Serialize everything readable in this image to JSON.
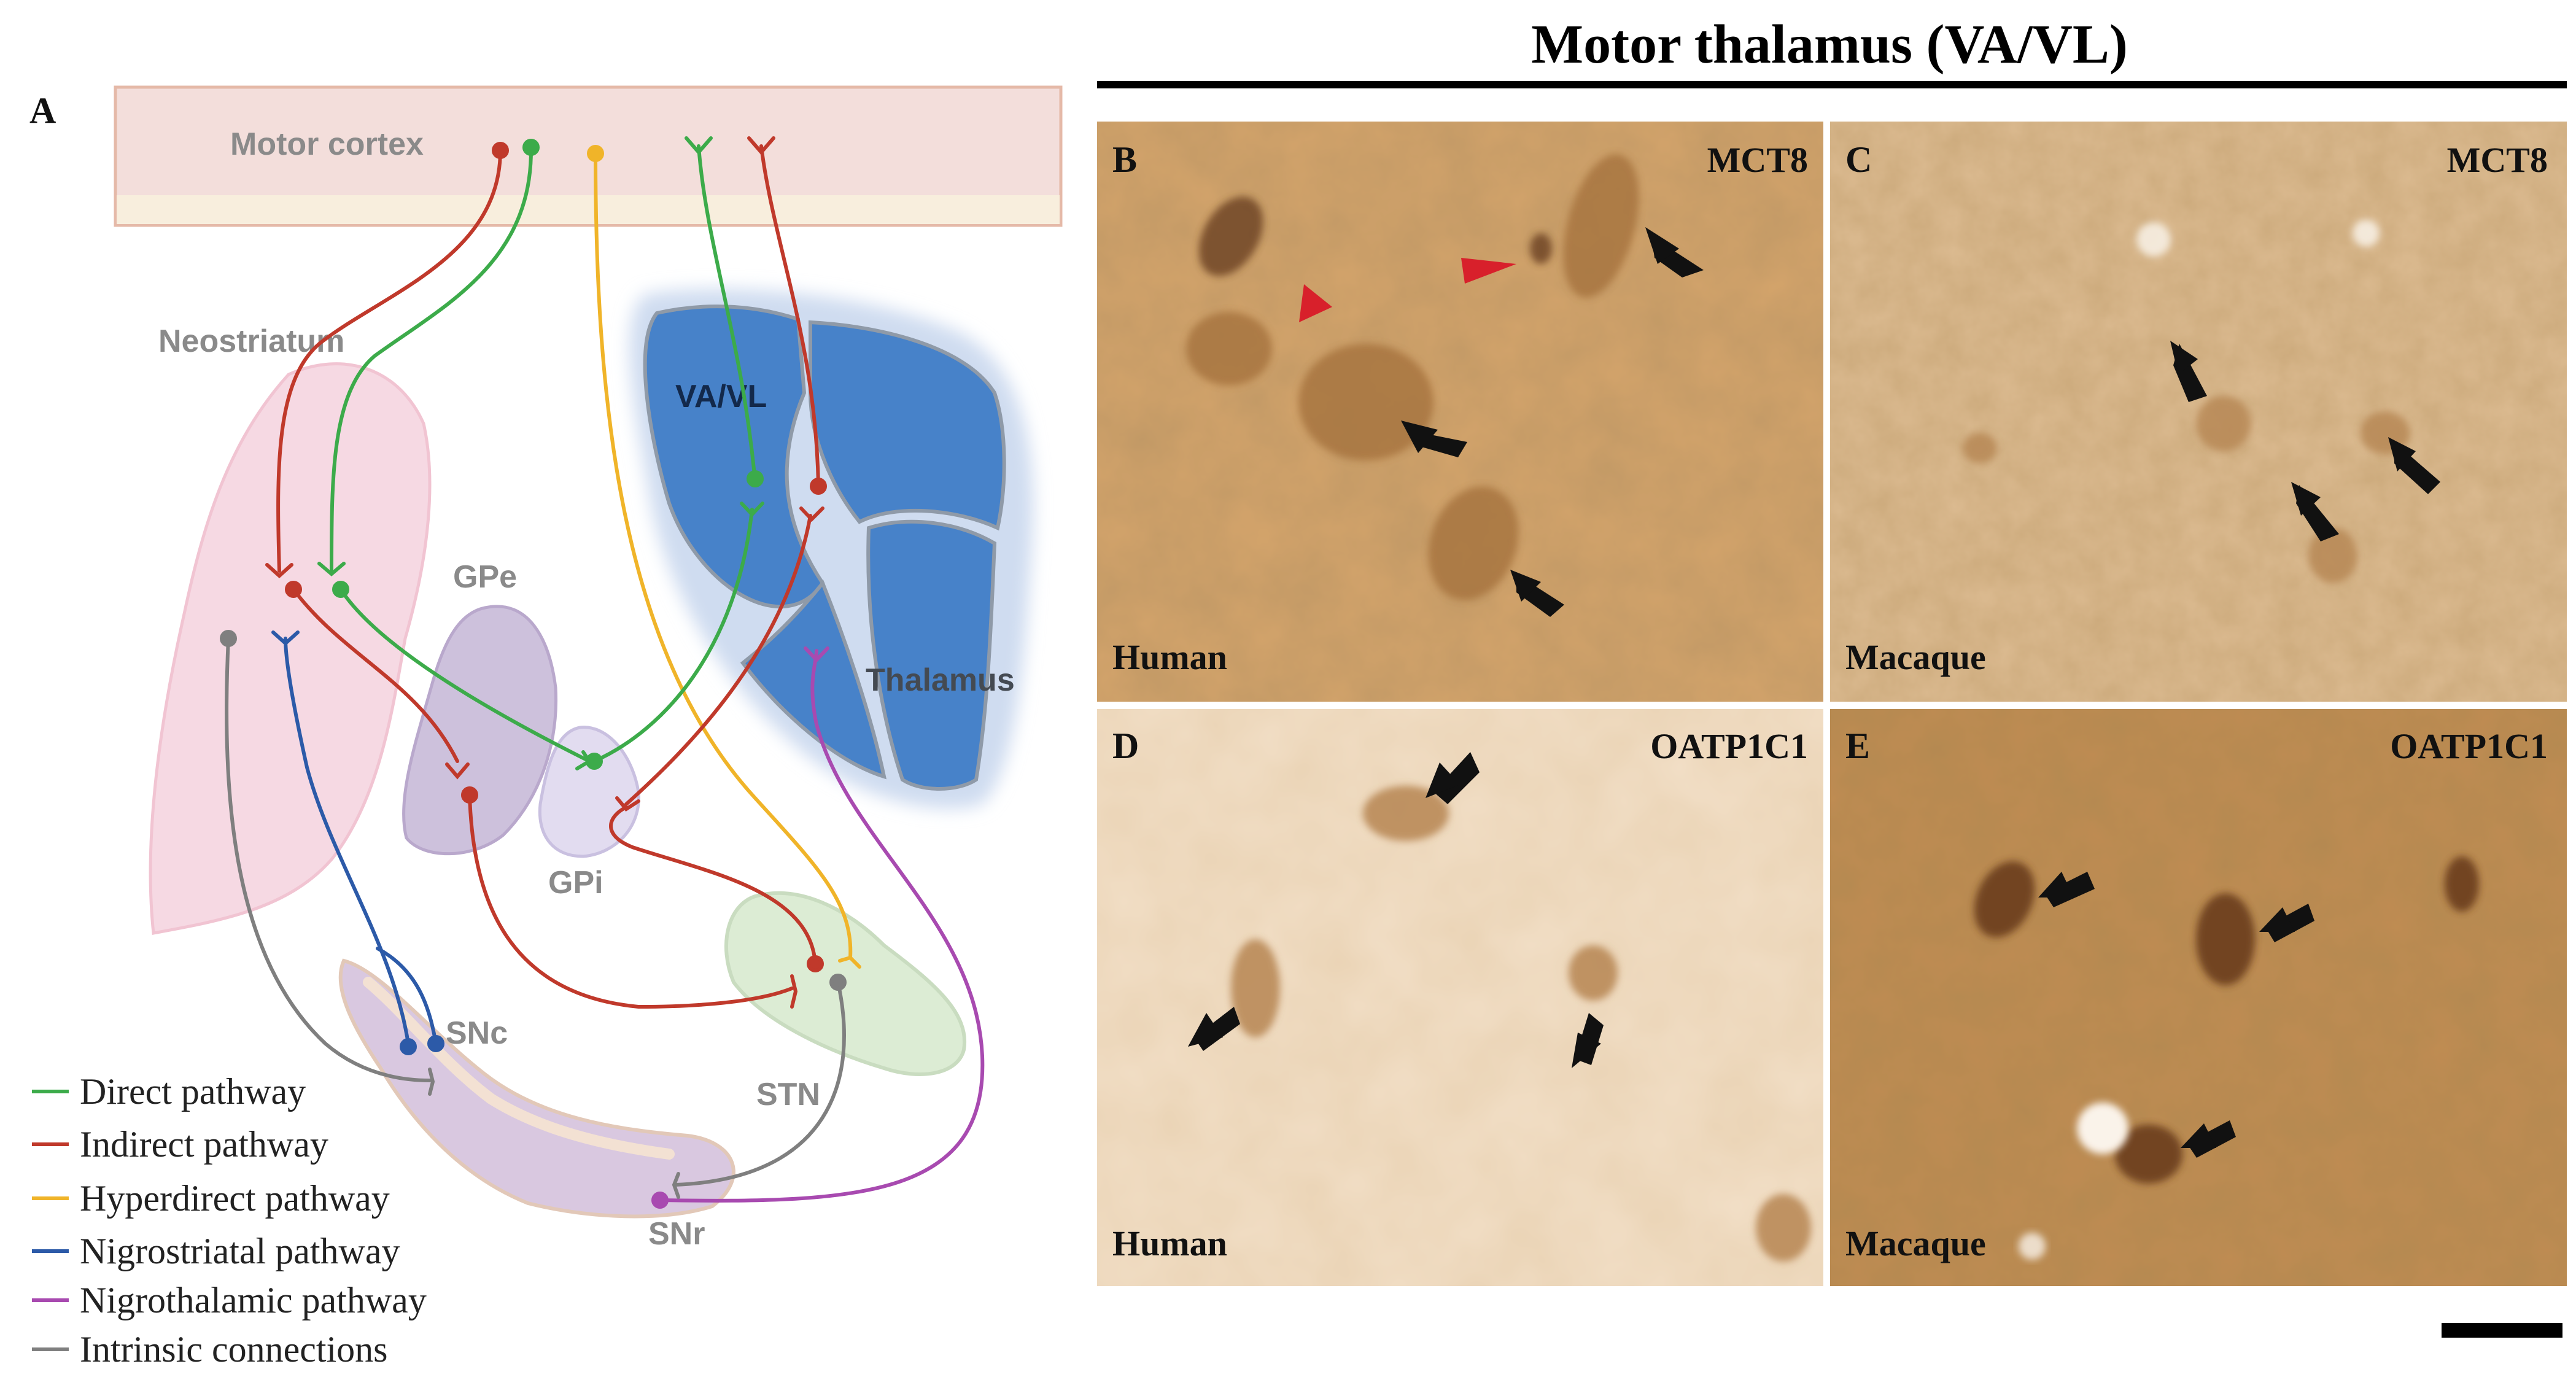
{
  "figure": {
    "title": "Motor thalamus (VA/VL)",
    "panel_a_letter": "A"
  },
  "diagram": {
    "regions": {
      "motor_cortex": "Motor cortex",
      "neostriatum": "Neostriatum",
      "gpe": "GPe",
      "gpi": "GPi",
      "vavl": "VA/VL",
      "thalamus": "Thalamus",
      "snc": "SNc",
      "stn": "STN",
      "snr": "SNr"
    },
    "colors": {
      "direct": "#3cab4a",
      "indirect": "#c0392b",
      "hyperdirect": "#f0b429",
      "nigrostriatal": "#2c5aa8",
      "nigrothalamic": "#a84ab0",
      "intrinsic": "#7f7f7f"
    },
    "legend": [
      {
        "key": "direct",
        "label": "Direct pathway"
      },
      {
        "key": "indirect",
        "label": "Indirect pathway"
      },
      {
        "key": "hyperdirect",
        "label": "Hyperdirect pathway"
      },
      {
        "key": "nigrostriatal",
        "label": "Nigrostriatal pathway"
      },
      {
        "key": "nigrothalamic",
        "label": "Nigrothalamic pathway"
      },
      {
        "key": "intrinsic",
        "label": "Intrinsic connections"
      }
    ]
  },
  "panels": [
    {
      "letter": "B",
      "marker": "MCT8",
      "species": "Human"
    },
    {
      "letter": "C",
      "marker": "MCT8",
      "species": "Macaque"
    },
    {
      "letter": "D",
      "marker": "OATP1C1",
      "species": "Human"
    },
    {
      "letter": "E",
      "marker": "OATP1C1",
      "species": "Macaque"
    }
  ]
}
